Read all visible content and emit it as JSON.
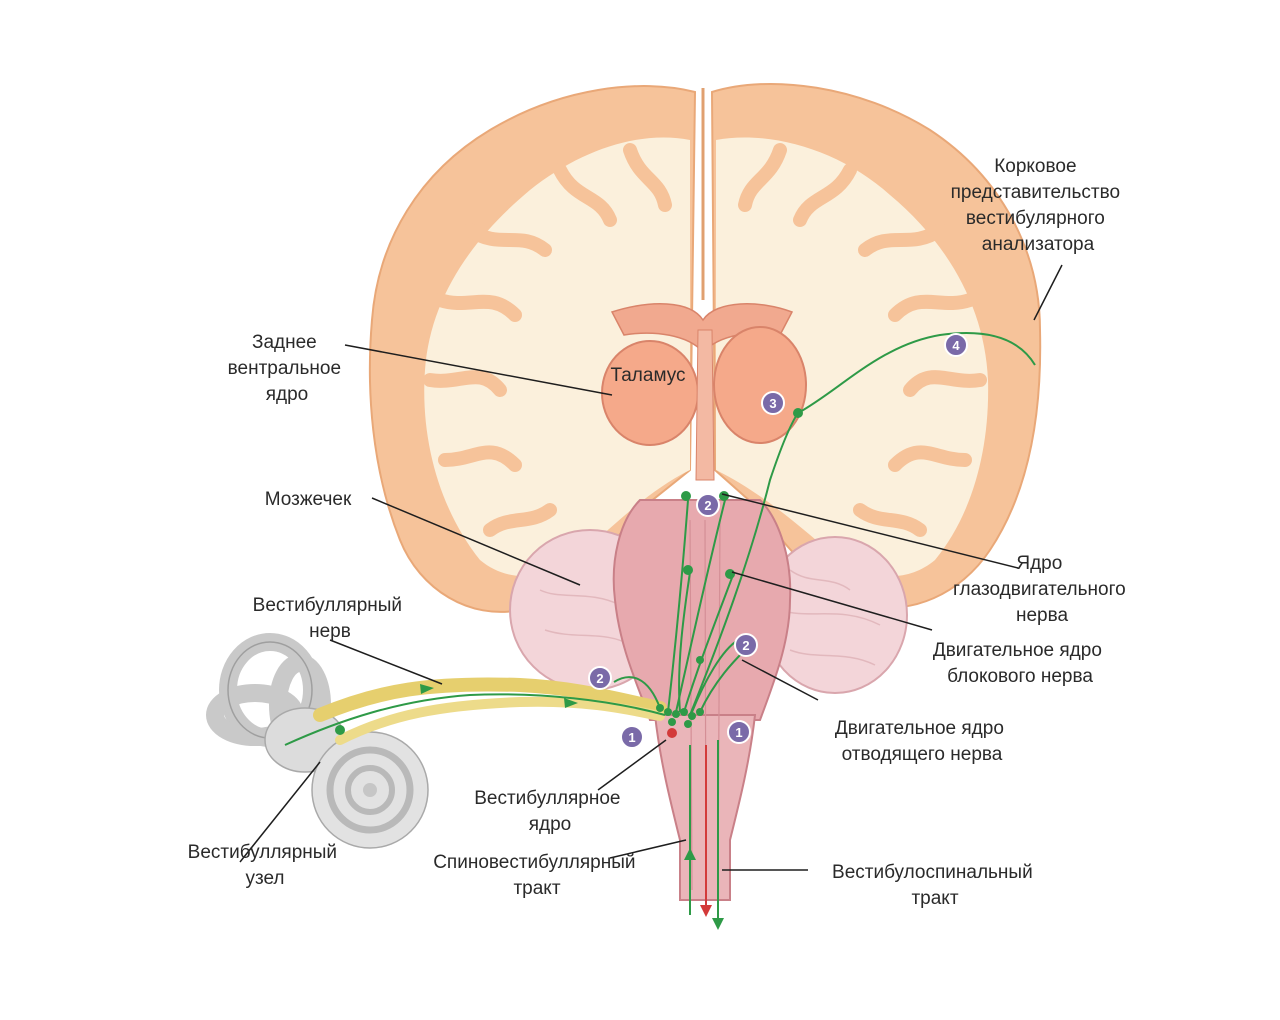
{
  "labels": {
    "cortex": [
      "Корковое",
      "представительство",
      "вестибулярного",
      "анализатора"
    ],
    "posterior_ventral_nucleus": [
      "Заднее",
      "вентральное",
      "ядро"
    ],
    "thalamus": "Таламус",
    "cerebellum": "Мозжечек",
    "vestibular_nerve": [
      "Вестибуллярный",
      "нерв"
    ],
    "vestibular_ganglion": [
      "Вестибуллярный",
      "узел"
    ],
    "vestibular_nucleus": [
      "Вестибуллярное",
      "ядро"
    ],
    "spinovestibular_tract": [
      "Спиновестибуллярный",
      "тракт"
    ],
    "vestibulospinal_tract": [
      "Вестибулоспинальный",
      "тракт"
    ],
    "oculomotor_nucleus": [
      "Ядро",
      "глазодвигательного",
      "нерва"
    ],
    "trochlear_nucleus": [
      "Двигательное ядро",
      "блокового нерва"
    ],
    "abducens_nucleus": [
      "Двигательное ядро",
      "отводящего нерва"
    ]
  },
  "badges": [
    "4",
    "3",
    "2",
    "2",
    "2",
    "1",
    "1"
  ],
  "colors": {
    "cortex": "#f6c39a",
    "cortex_edge": "#e9a878",
    "white_matter": "#fbf0dc",
    "thalamus": "#f5a98a",
    "thalamus_edge": "#d9846a",
    "brainstem": "#e7a9ae",
    "cerebellum": "#f3d5d9",
    "nerve": "#e6cf6e",
    "pathway": "#2e9a47",
    "descending": "#d33a3a",
    "inner_ear": "#d6d6d6",
    "badge": "#7a6aa8"
  }
}
